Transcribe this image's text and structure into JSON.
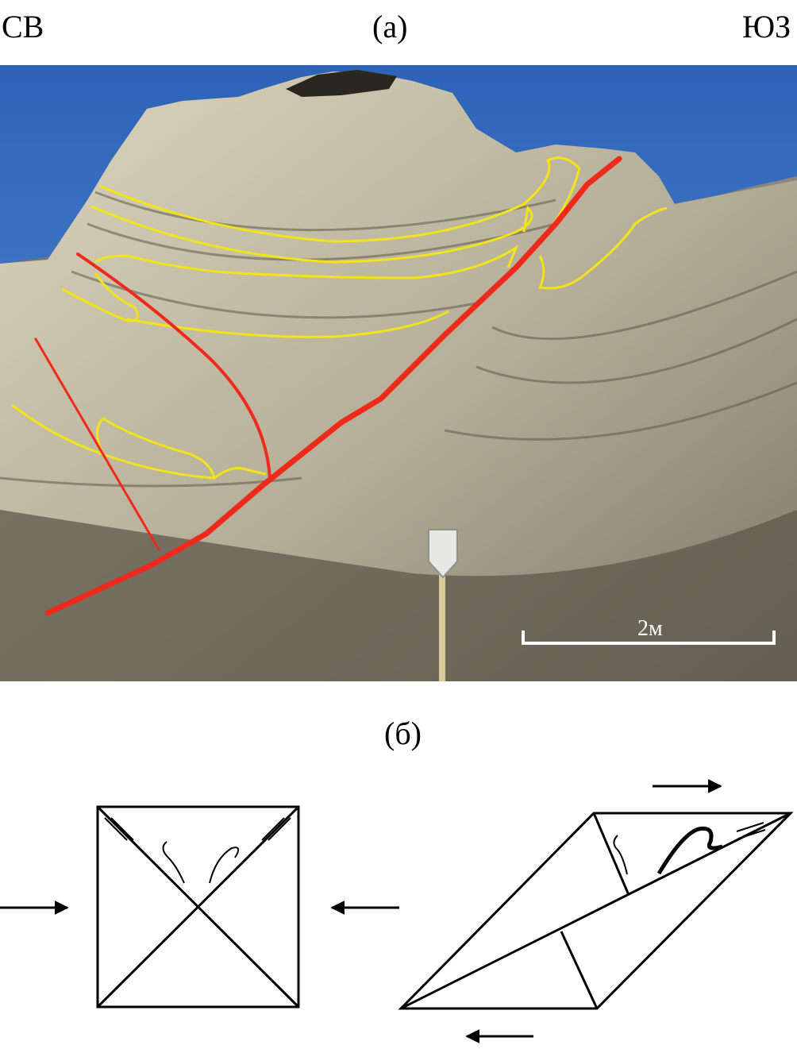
{
  "figure": {
    "label_a": "(а)",
    "label_b": "(б)",
    "direction_left": "СВ",
    "direction_right": "ЮЗ",
    "scale_bar_label": "2м"
  },
  "colors": {
    "sky": "#3f78c8",
    "rock_light": "#d8d0b8",
    "rock_dark": "#6e6a5c",
    "fault_line": "#ee2a1c",
    "layer_outline": "#f2e41a",
    "diagram_stroke": "#000000"
  },
  "photo_annotations": {
    "faults": "red lines",
    "layers": "yellow outlined folded beds",
    "object": "shovel for scale"
  },
  "diagram": {
    "left_panel": "square with crossed conjugate shear planes, compression arrows from both sides",
    "right_panel": "sheared parallelogram with arrows indicating simple shear (top right, bottom left)"
  }
}
